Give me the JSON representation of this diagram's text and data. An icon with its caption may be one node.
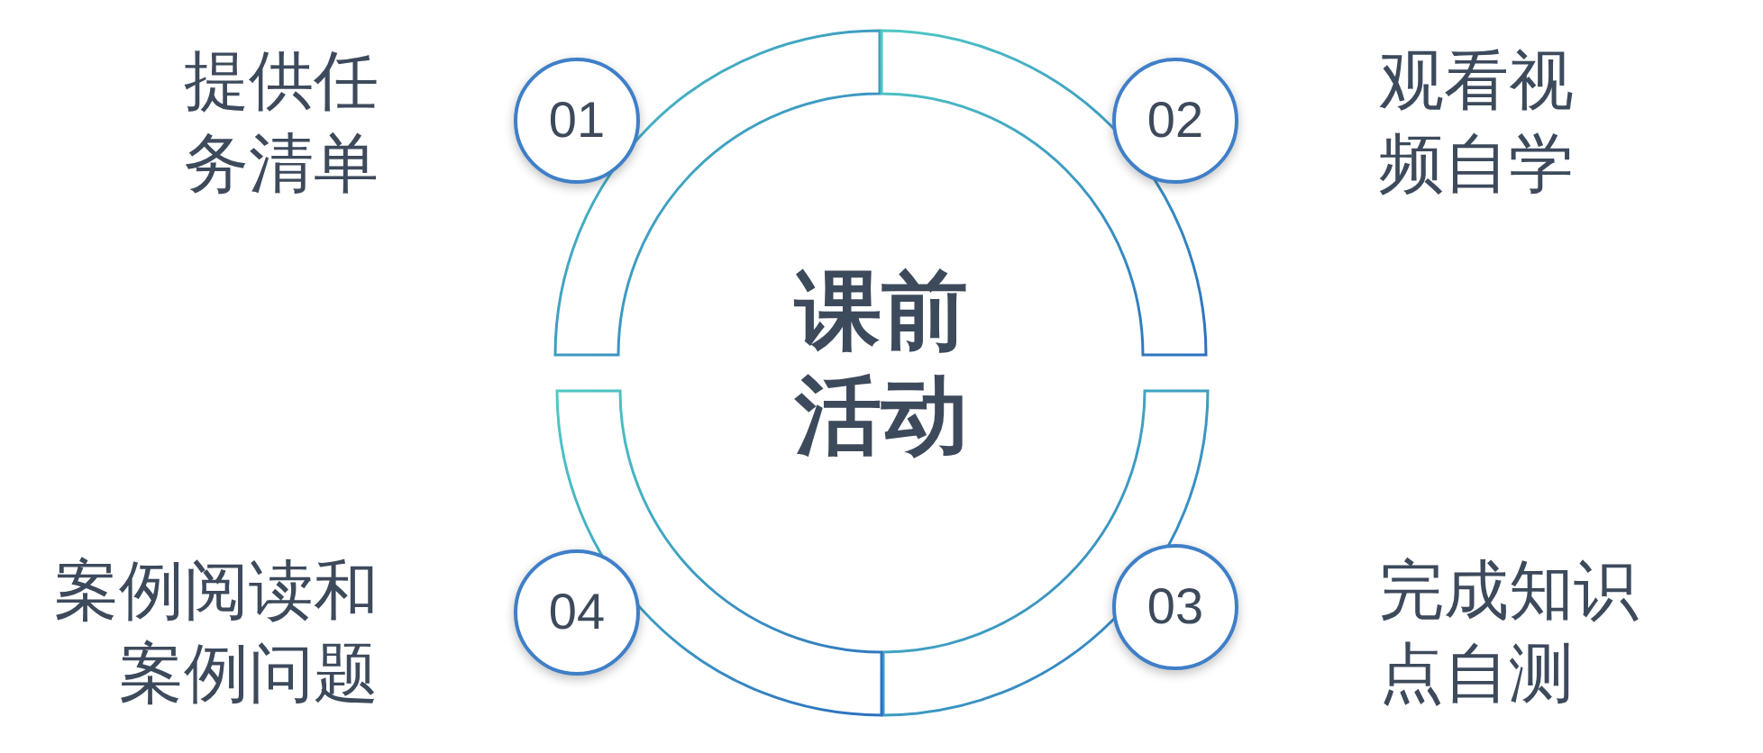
{
  "diagram": {
    "nodes": [
      {
        "text": [
          "课前活动"
        ]
      },
      {
        "text": [
          "01"
        ],
        "beside": [
          "提供任务清单"
        ]
      },
      {
        "text": [
          "02"
        ],
        "beside": [
          "观看视频自学"
        ]
      },
      {
        "text": [
          "03"
        ],
        "beside": [
          "完成知识点自测"
        ]
      },
      {
        "text": [
          "04"
        ],
        "beside": [
          "案例阅读和案例问题"
        ]
      }
    ]
  }
}
